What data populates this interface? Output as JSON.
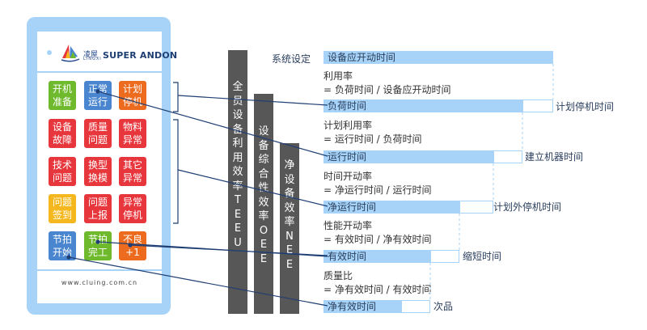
{
  "device": {
    "logo_cn": "凌屋",
    "logo_en": "LINGXI",
    "brand": "SUPER ANDON",
    "website": "www.cluing.com.cn",
    "buttons": [
      {
        "label": "开机\n准备",
        "color": "green"
      },
      {
        "label": "正常\n运行",
        "color": "blue"
      },
      {
        "label": "计划\n停机",
        "color": "orange"
      },
      {
        "label": "设备\n故障",
        "color": "red"
      },
      {
        "label": "质量\n问题",
        "color": "red"
      },
      {
        "label": "物料\n异常",
        "color": "red"
      },
      {
        "label": "技术\n问题",
        "color": "red"
      },
      {
        "label": "换型\n换模",
        "color": "red"
      },
      {
        "label": "其它\n异常",
        "color": "red"
      },
      {
        "label": "问题\n签到",
        "color": "yellow"
      },
      {
        "label": "问题\n上报",
        "color": "red"
      },
      {
        "label": "异常\n停机",
        "color": "red"
      },
      {
        "label": "节拍\n开始",
        "color": "blue"
      },
      {
        "label": "节拍\n完工",
        "color": "green"
      },
      {
        "label": "不良\n+1",
        "color": "orange"
      }
    ]
  },
  "efficiency_bars": [
    {
      "label": "全\n员\n设\n备\n利\n用\n效\n率\nT\nE\nE\nU"
    },
    {
      "label": "设\n备\n综\n合\n性\n效\n率\nO\nE\nE"
    },
    {
      "label": "净\n设\n备\n效\n率\nN\nE\nE"
    }
  ],
  "system_setting_label": "系统设定",
  "levels": [
    {
      "bar": "设备应开动时间",
      "loss": ""
    },
    {
      "bar": "负荷时间",
      "loss": "计划停机时间"
    },
    {
      "bar": "运行时间",
      "loss": "建立机器时间"
    },
    {
      "bar": "净运行时间",
      "loss": "计划外停机时间"
    },
    {
      "bar": "有效时间",
      "loss": "缩短时间"
    },
    {
      "bar": "净有效时间",
      "loss": "次品"
    }
  ],
  "formulas": [
    {
      "name": "利用率",
      "expr": "= 负荷时间 / 设备应开动时间"
    },
    {
      "name": "计划利用率",
      "expr": "= 运行时间 / 负荷时间"
    },
    {
      "name": "时间开动率",
      "expr": "= 净运行时间 / 运行时间"
    },
    {
      "name": "性能开动率",
      "expr": "= 有效时间 / 净有效时间"
    },
    {
      "name": "质量比",
      "expr": "= 净有效时间 / 有效时间"
    }
  ],
  "colors": {
    "device": "#a6d3f7",
    "bar": "#a6d3f7",
    "dark_bar": "#575757",
    "line": "#1f3e73"
  }
}
